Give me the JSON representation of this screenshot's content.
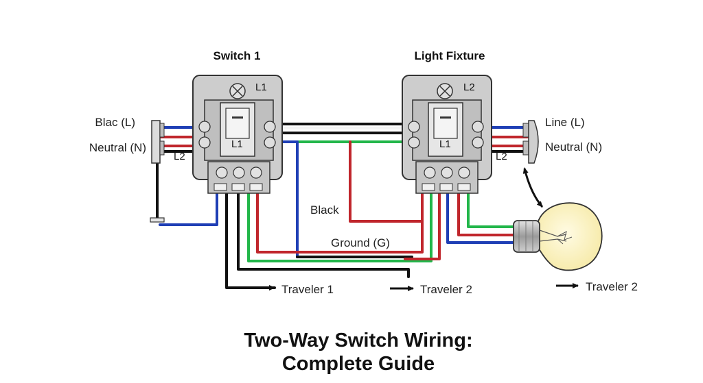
{
  "headers": {
    "switch1": "Switch 1",
    "light_fixture": "Light Fixture"
  },
  "switch1": {
    "top_label": "L1",
    "center_label": "L1",
    "side_label": "L2"
  },
  "switch2": {
    "top_label": "L2",
    "center_label": "L1",
    "side_label": "L2"
  },
  "labels": {
    "left_line": "Blac (L)",
    "left_neutral": "Neutral (N)",
    "right_line": "Line (L)",
    "right_neutral": "Neutral (N)",
    "black": "Black",
    "ground": "Ground (G)",
    "traveler1": "Traveler 1",
    "traveler2_mid": "Traveler 2",
    "traveler2_right": "Traveler 2"
  },
  "title": {
    "line1": "Two-Way Switch Wiring:",
    "line2": "Complete Guide"
  },
  "colors": {
    "black": "#111111",
    "red": "#c0262c",
    "blue": "#1f3fb5",
    "green": "#22b64a",
    "box": "#cfcfcf",
    "bulb": "#fdf6cf"
  },
  "icons": [
    "screw-icon",
    "light-bulb-icon",
    "arrow-right-icon"
  ]
}
